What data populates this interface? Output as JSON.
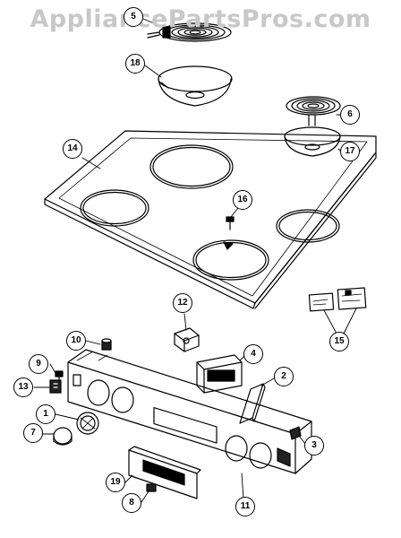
{
  "watermark": "AppliancePartsPros.com",
  "callouts": [
    {
      "id": "5",
      "label": "5"
    },
    {
      "id": "18",
      "label": "18"
    },
    {
      "id": "6",
      "label": "6"
    },
    {
      "id": "17",
      "label": "17"
    },
    {
      "id": "14",
      "label": "14"
    },
    {
      "id": "16",
      "label": "16"
    },
    {
      "id": "12",
      "label": "12"
    },
    {
      "id": "15",
      "label": "15"
    },
    {
      "id": "10",
      "label": "10"
    },
    {
      "id": "4",
      "label": "4"
    },
    {
      "id": "9",
      "label": "9"
    },
    {
      "id": "2",
      "label": "2"
    },
    {
      "id": "13",
      "label": "13"
    },
    {
      "id": "1",
      "label": "1"
    },
    {
      "id": "7",
      "label": "7"
    },
    {
      "id": "3",
      "label": "3"
    },
    {
      "id": "19",
      "label": "19"
    },
    {
      "id": "8",
      "label": "8"
    },
    {
      "id": "11",
      "label": "11"
    }
  ]
}
